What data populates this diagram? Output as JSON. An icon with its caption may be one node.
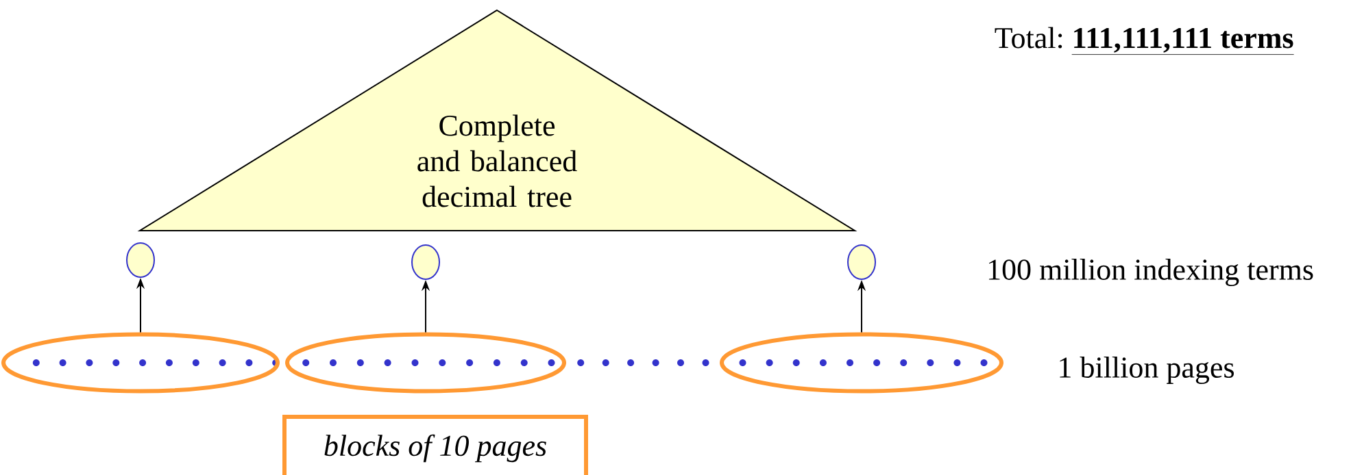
{
  "diagram": {
    "nodes": [
      {
        "text": [
          "Complete and balanced decimal tree"
        ]
      },
      {
        "text": [],
        "shape": "circle"
      },
      {
        "text": [],
        "shape": "circle"
      },
      {
        "text": [],
        "shape": "circle"
      },
      {
        "text": [],
        "shape": "ellipse"
      },
      {
        "text": [],
        "shape": "ellipse"
      },
      {
        "text": [],
        "shape": "ellipse"
      },
      {
        "text": [
          "blocks of 10 pages"
        ]
      }
    ],
    "edges": [
      {
        "from": 4,
        "to": 1,
        "arrow": "to"
      },
      {
        "from": 5,
        "to": 2,
        "arrow": "to"
      },
      {
        "from": 6,
        "to": 3,
        "arrow": "to"
      }
    ],
    "labels": [
      "Total:",
      "111,111,111 terms",
      "100 million indexing terms",
      "1 billion pages"
    ]
  }
}
